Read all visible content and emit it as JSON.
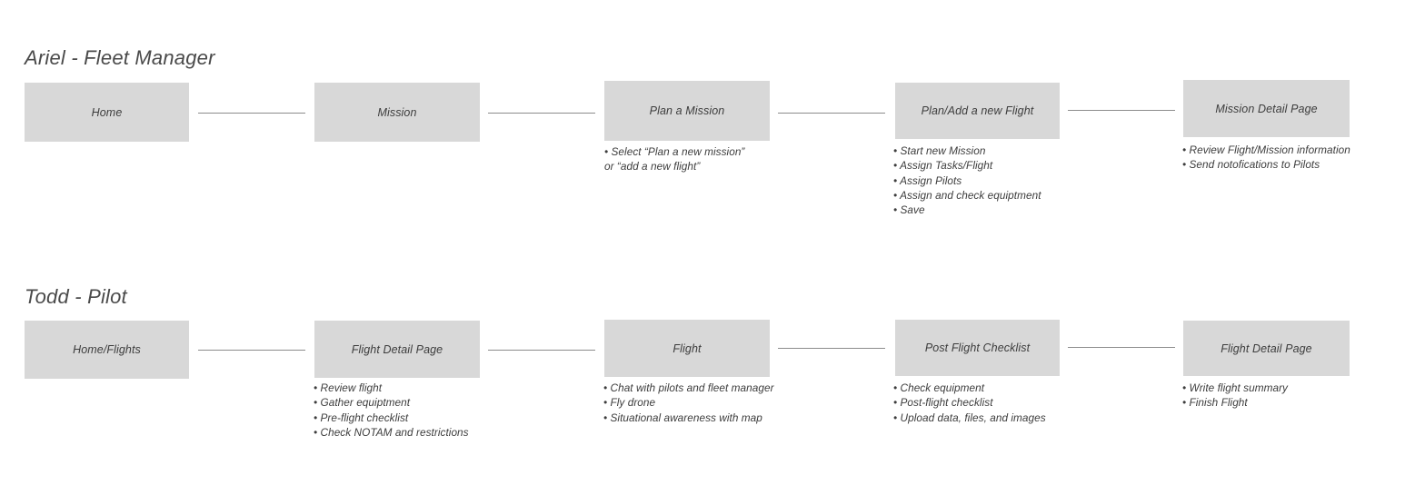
{
  "diagram": {
    "title_row1": "Ariel - Fleet Manager",
    "title_row2": "Todd - Pilot",
    "box_color": "#d8d8d8",
    "text_color": "#3d3d3d",
    "connector_color": "#8c8c8c",
    "lanes": [
      {
        "id": "ariel-fleet-manager",
        "title": "Ariel - Fleet Manager",
        "steps": [
          {
            "label": "Home",
            "bullets": []
          },
          {
            "label": "Mission",
            "bullets": []
          },
          {
            "label": "Plan a Mission",
            "bullets": [
              "• Select “Plan a new mission”",
              "or “add a new flight”"
            ]
          },
          {
            "label": "Plan/Add a new Flight",
            "bullets": [
              "• Start new Mission",
              "• Assign Tasks/Flight",
              "• Assign Pilots",
              "• Assign and check equiptment",
              "• Save"
            ]
          },
          {
            "label": "Mission Detail Page",
            "bullets": [
              "• Review Flight/Mission information",
              "• Send notofications to Pilots"
            ]
          }
        ]
      },
      {
        "id": "todd-pilot",
        "title": "Todd - Pilot",
        "steps": [
          {
            "label": "Home/Flights",
            "bullets": []
          },
          {
            "label": "Flight Detail Page",
            "bullets": [
              "• Review flight",
              "• Gather equiptment",
              "• Pre-flight checklist",
              "• Check NOTAM and restrictions"
            ]
          },
          {
            "label": "Flight",
            "bullets": [
              "• Chat with pilots and fleet manager",
              "• Fly drone",
              "• Situational awareness with map"
            ]
          },
          {
            "label": "Post Flight Checklist",
            "bullets": [
              "• Check equipment",
              "• Post-flight checklist",
              "• Upload data, files, and images"
            ]
          },
          {
            "label": "Flight Detail Page",
            "bullets": [
              "•  Write flight summary",
              "• Finish Flight"
            ]
          }
        ]
      }
    ]
  }
}
